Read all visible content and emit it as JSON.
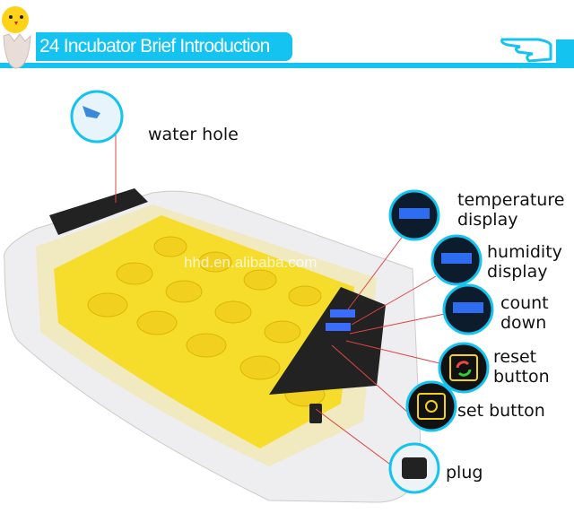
{
  "header": {
    "title": "24 Incubator Brief Introduction",
    "accent": "#14c3f0",
    "chick_icon": "chick-in-egg-icon",
    "pointer_icon": "pointing-hand-icon"
  },
  "watermark": "hhd.en.alibaba.com",
  "callouts": [
    {
      "label": "water hole"
    },
    {
      "label": "temperature display",
      "line1": "temperature",
      "line2": "display"
    },
    {
      "label": "humidity display",
      "line1": "humidity",
      "line2": "display"
    },
    {
      "label": "count down",
      "line1": "count",
      "line2": "down"
    },
    {
      "label": "reset button",
      "line1": "reset",
      "line2": "button"
    },
    {
      "label": "set button"
    },
    {
      "label": "plug"
    }
  ]
}
